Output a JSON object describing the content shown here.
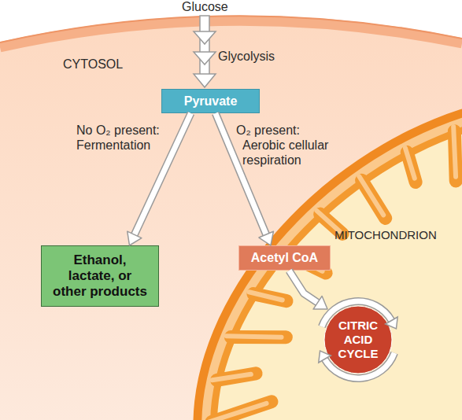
{
  "diagram": {
    "nodes": [
      {
        "text": [
          "Pyruvate"
        ]
      },
      {
        "text": [
          "Ethanol, lactate, or other products"
        ]
      },
      {
        "text": [
          "MITOCHONDRION"
        ]
      },
      {
        "text": [
          "Acetyl CoA"
        ],
        "in": 2
      },
      {
        "text": [
          "CITRIC ACID CYCLE"
        ],
        "in": 2
      }
    ],
    "edges": [
      {
        "from": 0,
        "to": 1,
        "arrow": "to",
        "label": "No O₂ present: Fermentation"
      },
      {
        "from": 0,
        "to": 3,
        "arrow": "to",
        "label": "O₂ present: Aerobic cellular respiration"
      },
      {
        "from": 3,
        "to": 4,
        "arrow": "to"
      }
    ],
    "labels": [
      "Glucose",
      "Glycolysis",
      "CYTOSOL"
    ]
  }
}
